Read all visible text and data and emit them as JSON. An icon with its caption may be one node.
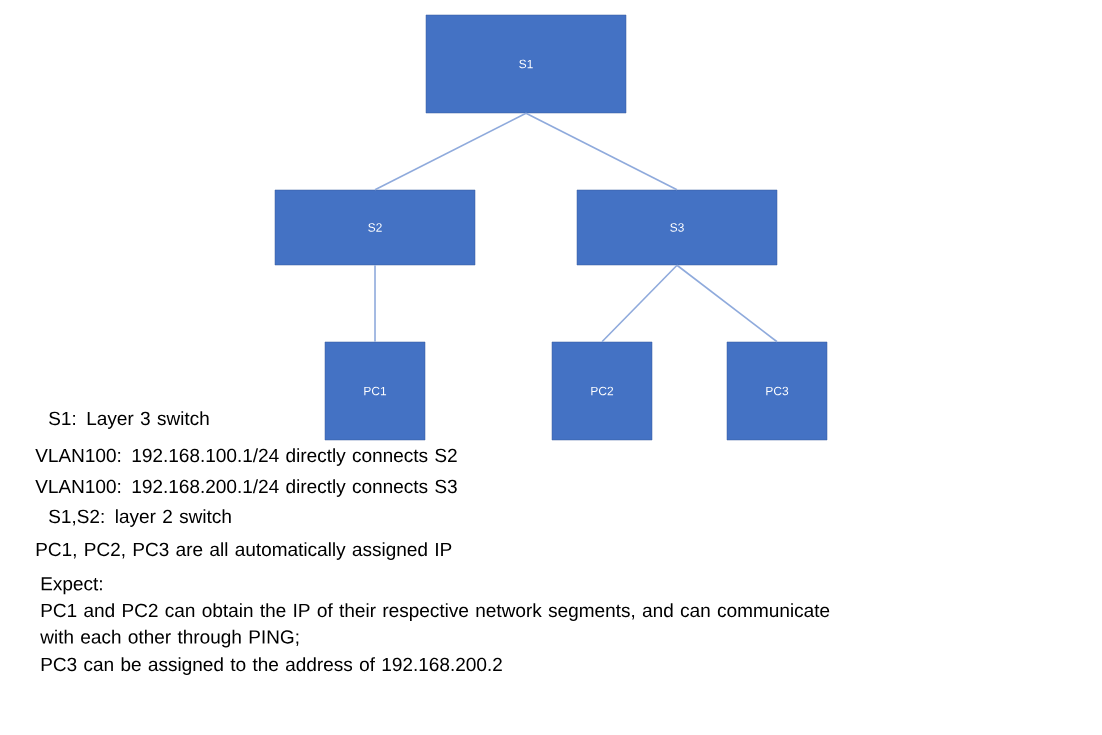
{
  "diagram": {
    "nodes": [
      {
        "text": [
          "S1"
        ]
      },
      {
        "text": [
          "S2"
        ]
      },
      {
        "text": [
          "S3"
        ]
      },
      {
        "text": [
          "PC1"
        ]
      },
      {
        "text": [
          "PC2"
        ]
      },
      {
        "text": [
          "PC3"
        ]
      }
    ],
    "edges": [
      {
        "from": 0,
        "to": 1,
        "arrow": "none"
      },
      {
        "from": 0,
        "to": 2,
        "arrow": "none"
      },
      {
        "from": 1,
        "to": 3,
        "arrow": "none"
      },
      {
        "from": 2,
        "to": 4,
        "arrow": "none"
      },
      {
        "from": 2,
        "to": 5,
        "arrow": "none"
      }
    ],
    "labels": [
      "S1: Layer 3 switch",
      "VLAN100: 192.168.100.1/24 directly connects S2",
      "VLAN100: 192.168.200.1/24 directly connects S3",
      "S1,S2: layer 2 switch",
      "PC1, PC2, PC3 are all automatically assigned IP",
      "Expect:",
      "PC1 and PC2 can obtain the IP of their respective network segments, and can communicate with each other through PING;",
      "PC3 can be assigned to the address of 192.168.200.2"
    ]
  }
}
